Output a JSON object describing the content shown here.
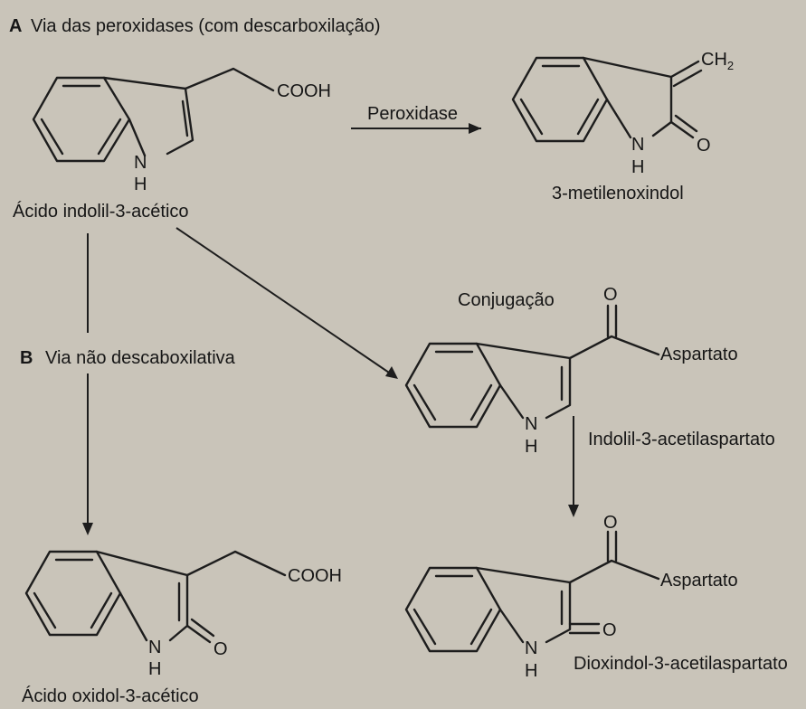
{
  "section_a": {
    "letter": "A",
    "title": "Via das peroxidases (com descarboxilação)"
  },
  "section_b": {
    "letter": "B",
    "title": "Via não descaboxilativa"
  },
  "arrow_peroxidase_label": "Peroxidase",
  "conjugation_label": "Conjugação",
  "atoms": {
    "nitrogen": "N",
    "hydrogen": "H",
    "oxygen": "O",
    "cooh": "COOH",
    "ch2_main": "CH",
    "ch2_subscript": "2",
    "aspartate": "Aspartato"
  },
  "compounds": {
    "iaa": "Ácido indolil-3-acético",
    "methyleneoxindole": "3-metilenoxindol",
    "indolylacetylaspartate": "Indolil-3-acetilaspartato",
    "oxindoleacetic": "Ácido oxidol-3-acético",
    "dioxindoleacetylaspartate": "Dioxindol-3-acetilaspartato"
  },
  "colors": {
    "background": "#c9c4b9",
    "ink": "#1d1d1d"
  }
}
